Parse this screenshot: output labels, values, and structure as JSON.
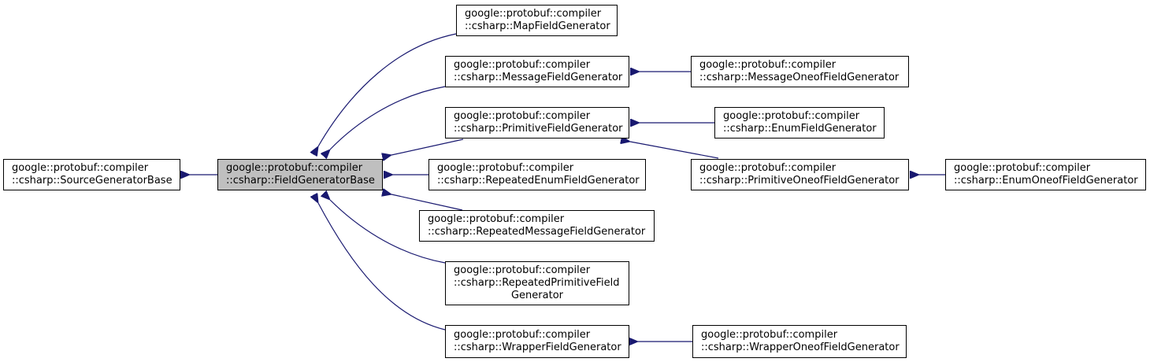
{
  "colors": {
    "edge": "#191970",
    "current_fill": "#bfbfbf",
    "border": "#000000"
  },
  "nodes": {
    "source_generator_base": {
      "lines": [
        "google::protobuf::compiler",
        "::csharp::SourceGeneratorBase"
      ]
    },
    "field_generator_base": {
      "lines": [
        "google::protobuf::compiler",
        "::csharp::FieldGeneratorBase"
      ]
    },
    "map_field_generator": {
      "lines": [
        "google::protobuf::compiler",
        "::csharp::MapFieldGenerator"
      ]
    },
    "message_field_generator": {
      "lines": [
        "google::protobuf::compiler",
        "::csharp::MessageFieldGenerator"
      ]
    },
    "primitive_field_generator": {
      "lines": [
        "google::protobuf::compiler",
        "::csharp::PrimitiveFieldGenerator"
      ]
    },
    "repeated_enum_field_generator": {
      "lines": [
        "google::protobuf::compiler",
        "::csharp::RepeatedEnumFieldGenerator"
      ]
    },
    "repeated_message_field_generator": {
      "lines": [
        "google::protobuf::compiler",
        "::csharp::RepeatedMessageFieldGenerator"
      ]
    },
    "repeated_primitive_field_generator": {
      "lines": [
        "google::protobuf::compiler",
        "::csharp::RepeatedPrimitiveField",
        "Generator"
      ]
    },
    "wrapper_field_generator": {
      "lines": [
        "google::protobuf::compiler",
        "::csharp::WrapperFieldGenerator"
      ]
    },
    "message_oneof_field_generator": {
      "lines": [
        "google::protobuf::compiler",
        "::csharp::MessageOneofFieldGenerator"
      ]
    },
    "enum_field_generator": {
      "lines": [
        "google::protobuf::compiler",
        "::csharp::EnumFieldGenerator"
      ]
    },
    "primitive_oneof_field_generator": {
      "lines": [
        "google::protobuf::compiler",
        "::csharp::PrimitiveOneofFieldGenerator"
      ]
    },
    "enum_oneof_field_generator": {
      "lines": [
        "google::protobuf::compiler",
        "::csharp::EnumOneofFieldGenerator"
      ]
    },
    "wrapper_oneof_field_generator": {
      "lines": [
        "google::protobuf::compiler",
        "::csharp::WrapperOneofFieldGenerator"
      ]
    }
  }
}
